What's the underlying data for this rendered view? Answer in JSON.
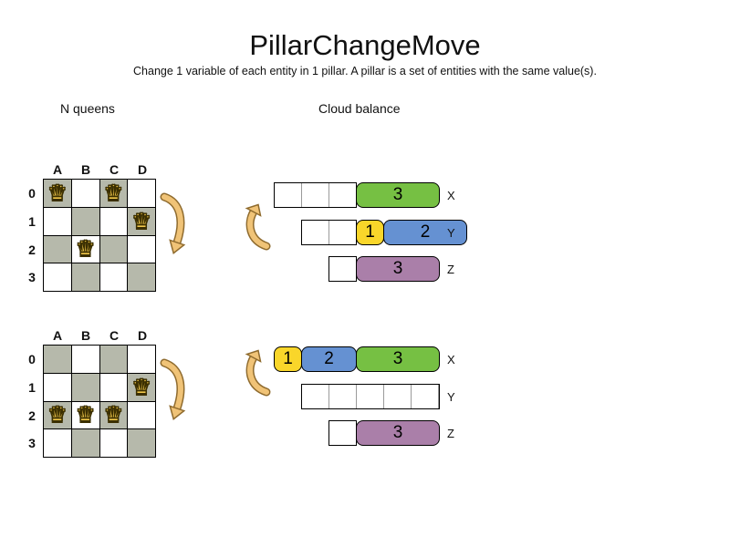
{
  "title": "PillarChangeMove",
  "subtitle": "Change 1 variable of each entity in 1 pillar. A pillar is a set of entities with the same value(s).",
  "sections": {
    "nqueens_label": "N queens",
    "cloud_label": "Cloud balance"
  },
  "board": {
    "columns": [
      "A",
      "B",
      "C",
      "D"
    ],
    "rows": [
      "0",
      "1",
      "2",
      "3"
    ]
  },
  "glyphs": {
    "queen": "♛"
  },
  "queens": {
    "before": [
      "A0",
      "C0",
      "D1",
      "B2"
    ],
    "after": [
      "D1",
      "A2",
      "B2",
      "C2"
    ]
  },
  "cloud": {
    "before": {
      "x": {
        "label": "X",
        "process_green": "3"
      },
      "y": {
        "label": "Y",
        "process_yellow": "1",
        "process_blue": "2"
      },
      "z": {
        "label": "Z",
        "process_purple": "3"
      }
    },
    "after": {
      "x": {
        "label": "X",
        "process_yellow": "1",
        "process_blue": "2",
        "process_green": "3"
      },
      "y": {
        "label": "Y"
      },
      "z": {
        "label": "Z",
        "process_purple": "3"
      }
    }
  },
  "colors": {
    "green": "#76c043",
    "yellow": "#f9d62a",
    "blue": "#6591d2",
    "purple": "#aa7fa9",
    "board_dark": "#b6b9ab",
    "queen_gold": "#f2c84b",
    "arrow_fill": "#f0c377",
    "arrow_outline": "#8f6b2e"
  }
}
